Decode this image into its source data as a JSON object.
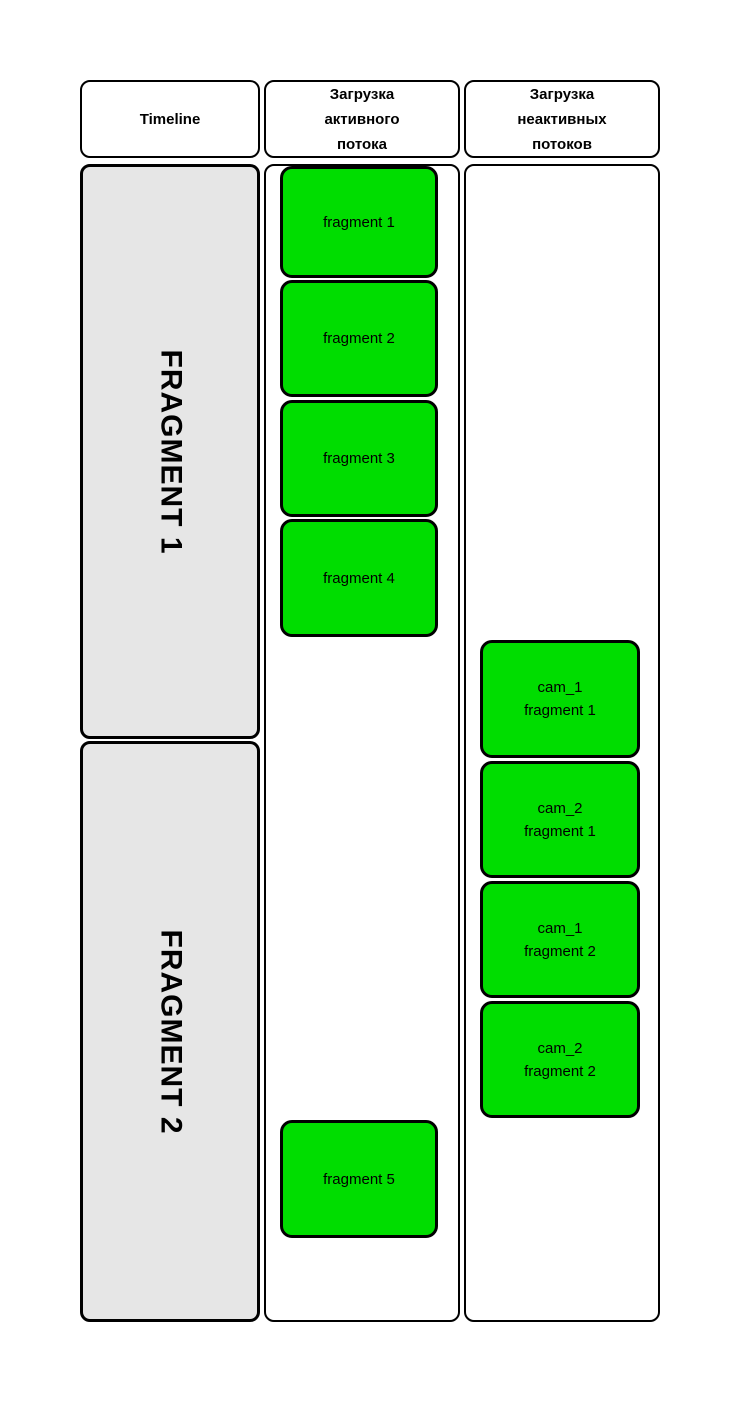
{
  "colors": {
    "canvas_bg": "#ffffff",
    "timeline_fill": "#e6e6e6",
    "fragment_fill": "#00dd00",
    "container_fill": "#ffffff",
    "border": "#000000",
    "text": "#000000"
  },
  "headers": {
    "timeline": "Timeline",
    "active_stream": "Загрузка\nактивного\nпотока",
    "inactive_streams": "Загрузка\nнеактивных\nпотоков"
  },
  "timeline": {
    "fragments": [
      "FRAGMENT 1",
      "FRAGMENT 2"
    ]
  },
  "active_stream": {
    "fragments": [
      "fragment 1",
      "fragment 2",
      "fragment 3",
      "fragment 4",
      "fragment 5"
    ]
  },
  "inactive_streams": {
    "fragments": [
      "cam_1\nfragment 1",
      "cam_2\nfragment 1",
      "cam_1\nfragment 2",
      "cam_2\nfragment 2"
    ]
  }
}
